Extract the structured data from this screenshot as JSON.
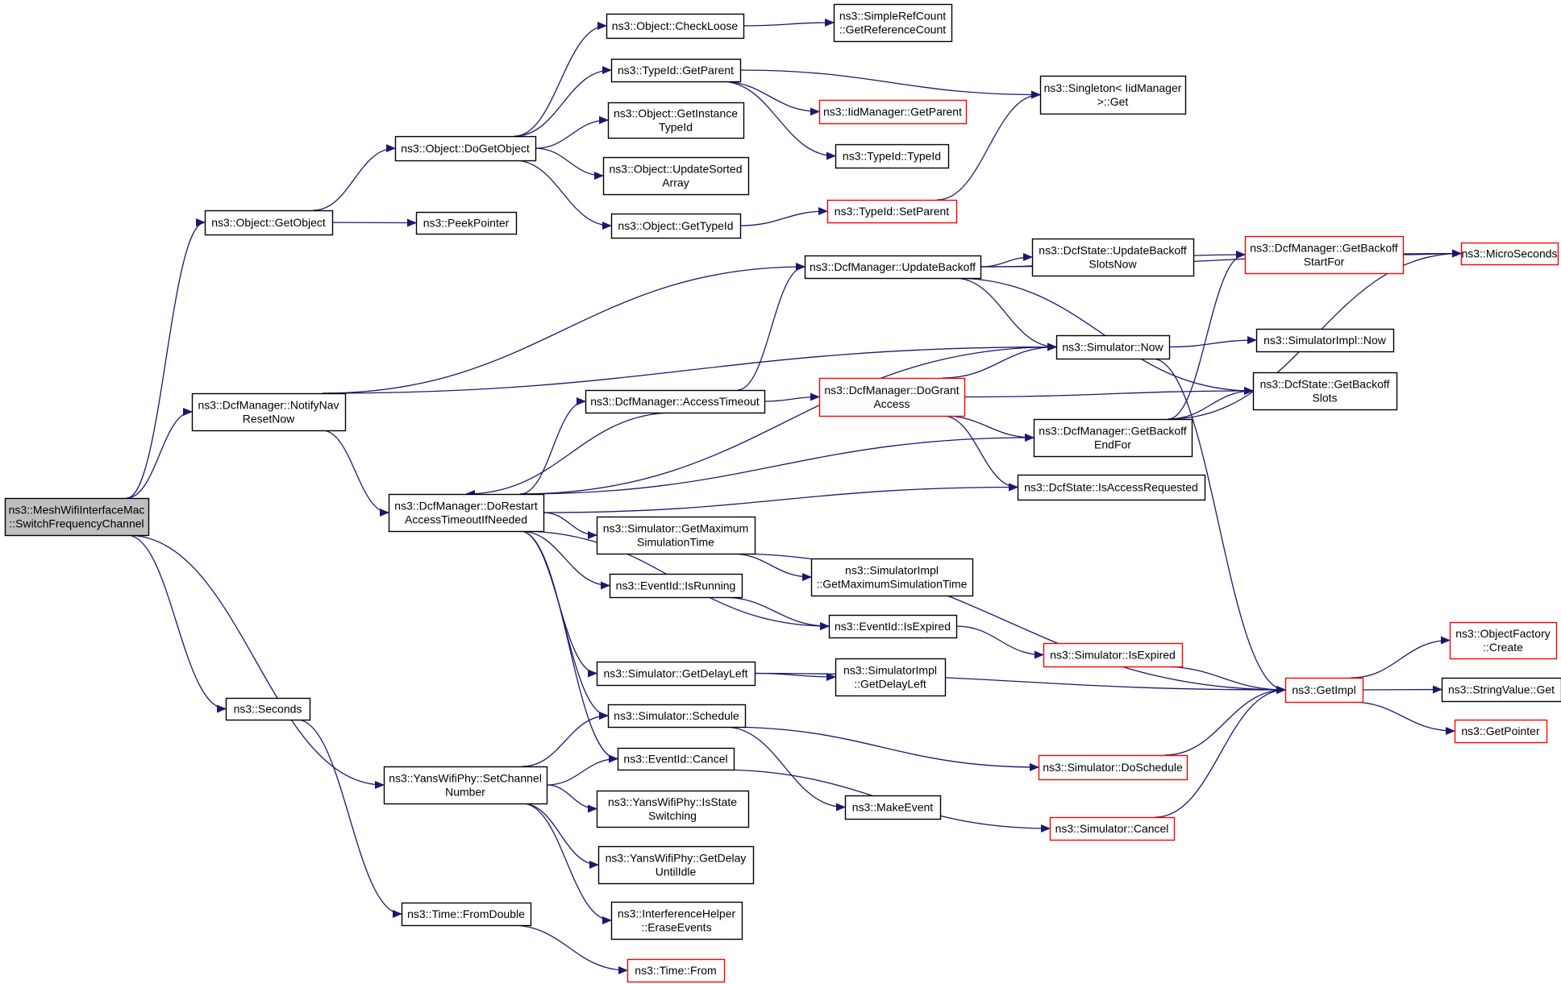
{
  "colors": {
    "edge": "#191970",
    "node_border": "#000000",
    "node_border_truncated": "#ff0000",
    "root_fill": "#bfbfbf",
    "node_fill": "#ffffff"
  },
  "nodes": [
    {
      "id": "root",
      "lines": [
        "ns3::MeshWifiInterfaceMac",
        "::SwitchFrequencyChannel"
      ],
      "style": "root"
    },
    {
      "id": "getobject",
      "lines": [
        "ns3::Object::GetObject"
      ],
      "style": "normal"
    },
    {
      "id": "notifynav",
      "lines": [
        "ns3::DcfManager::NotifyNav",
        "ResetNow"
      ],
      "style": "normal"
    },
    {
      "id": "seconds",
      "lines": [
        "ns3::Seconds"
      ],
      "style": "normal"
    },
    {
      "id": "setchannel",
      "lines": [
        "ns3::YansWifiPhy::SetChannel",
        "Number"
      ],
      "style": "normal"
    },
    {
      "id": "dogetobject",
      "lines": [
        "ns3::Object::DoGetObject"
      ],
      "style": "normal"
    },
    {
      "id": "peekpointer",
      "lines": [
        "ns3::PeekPointer"
      ],
      "style": "normal"
    },
    {
      "id": "dorestart",
      "lines": [
        "ns3::DcfManager::DoRestart",
        "AccessTimeoutIfNeeded"
      ],
      "style": "normal"
    },
    {
      "id": "fromdouble",
      "lines": [
        "ns3::Time::FromDouble"
      ],
      "style": "normal"
    },
    {
      "id": "checkloose",
      "lines": [
        "ns3::Object::CheckLoose"
      ],
      "style": "normal"
    },
    {
      "id": "typeidgetparent",
      "lines": [
        "ns3::TypeId::GetParent"
      ],
      "style": "normal"
    },
    {
      "id": "getinstancetypeid",
      "lines": [
        "ns3::Object::GetInstance",
        "TypeId"
      ],
      "style": "normal"
    },
    {
      "id": "updatesorted",
      "lines": [
        "ns3::Object::UpdateSorted",
        "Array"
      ],
      "style": "normal"
    },
    {
      "id": "objgettypeid",
      "lines": [
        "ns3::Object::GetTypeId"
      ],
      "style": "normal"
    },
    {
      "id": "accesstimeout",
      "lines": [
        "ns3::DcfManager::AccessTimeout"
      ],
      "style": "normal"
    },
    {
      "id": "getmaxsimtime",
      "lines": [
        "ns3::Simulator::GetMaximum",
        "SimulationTime"
      ],
      "style": "normal"
    },
    {
      "id": "isrunning",
      "lines": [
        "ns3::EventId::IsRunning"
      ],
      "style": "normal"
    },
    {
      "id": "getdelayleft",
      "lines": [
        "ns3::Simulator::GetDelayLeft"
      ],
      "style": "normal"
    },
    {
      "id": "schedule",
      "lines": [
        "ns3::Simulator::Schedule"
      ],
      "style": "normal"
    },
    {
      "id": "eventcancel",
      "lines": [
        "ns3::EventId::Cancel"
      ],
      "style": "normal"
    },
    {
      "id": "isstateswitching",
      "lines": [
        "ns3::YansWifiPhy::IsState",
        "Switching"
      ],
      "style": "normal"
    },
    {
      "id": "getdelayuntilidle",
      "lines": [
        "ns3::YansWifiPhy::GetDelay",
        "UntilIdle"
      ],
      "style": "normal"
    },
    {
      "id": "eraseevents",
      "lines": [
        "ns3::InterferenceHelper",
        "::EraseEvents"
      ],
      "style": "normal"
    },
    {
      "id": "timefrom",
      "lines": [
        "ns3::Time::From"
      ],
      "style": "truncated"
    },
    {
      "id": "getrefcount",
      "lines": [
        "ns3::SimpleRefCount",
        "::GetReferenceCount"
      ],
      "style": "normal"
    },
    {
      "id": "iidgetparent",
      "lines": [
        "ns3::IidManager::GetParent"
      ],
      "style": "truncated"
    },
    {
      "id": "typeidtypeid",
      "lines": [
        "ns3::TypeId::TypeId"
      ],
      "style": "normal"
    },
    {
      "id": "typeidsetparent",
      "lines": [
        "ns3::TypeId::SetParent"
      ],
      "style": "truncated"
    },
    {
      "id": "updatebackoff",
      "lines": [
        "ns3::DcfManager::UpdateBackoff"
      ],
      "style": "normal"
    },
    {
      "id": "dogrant",
      "lines": [
        "ns3::DcfManager::DoGrant",
        "Access"
      ],
      "style": "truncated"
    },
    {
      "id": "simimplmaxtime",
      "lines": [
        "ns3::SimulatorImpl",
        "::GetMaximumSimulationTime"
      ],
      "style": "normal"
    },
    {
      "id": "isexpired",
      "lines": [
        "ns3::EventId::IsExpired"
      ],
      "style": "normal"
    },
    {
      "id": "simimpldelayleft",
      "lines": [
        "ns3::SimulatorImpl",
        "::GetDelayLeft"
      ],
      "style": "normal"
    },
    {
      "id": "makeevent",
      "lines": [
        "ns3::MakeEvent"
      ],
      "style": "normal"
    },
    {
      "id": "singletonget",
      "lines": [
        "ns3::Singleton< IidManager",
        ">::Get"
      ],
      "style": "normal"
    },
    {
      "id": "updatebackoffslots",
      "lines": [
        "ns3::DcfState::UpdateBackoff",
        "SlotsNow"
      ],
      "style": "normal"
    },
    {
      "id": "simnow",
      "lines": [
        "ns3::Simulator::Now"
      ],
      "style": "normal"
    },
    {
      "id": "getbackoffendfor",
      "lines": [
        "ns3::DcfManager::GetBackoff",
        "EndFor"
      ],
      "style": "normal"
    },
    {
      "id": "isaccessrequested",
      "lines": [
        "ns3::DcfState::IsAccessRequested"
      ],
      "style": "normal"
    },
    {
      "id": "simisexpired",
      "lines": [
        "ns3::Simulator::IsExpired"
      ],
      "style": "truncated"
    },
    {
      "id": "doschedule",
      "lines": [
        "ns3::Simulator::DoSchedule"
      ],
      "style": "truncated"
    },
    {
      "id": "simcancel",
      "lines": [
        "ns3::Simulator::Cancel"
      ],
      "style": "truncated"
    },
    {
      "id": "getbackoffstartfor",
      "lines": [
        "ns3::DcfManager::GetBackoff",
        "StartFor"
      ],
      "style": "truncated"
    },
    {
      "id": "simimplnow",
      "lines": [
        "ns3::SimulatorImpl::Now"
      ],
      "style": "normal"
    },
    {
      "id": "getbackoffslots",
      "lines": [
        "ns3::DcfState::GetBackoff",
        "Slots"
      ],
      "style": "normal"
    },
    {
      "id": "getimpl",
      "lines": [
        "ns3::GetImpl"
      ],
      "style": "truncated"
    },
    {
      "id": "microseconds",
      "lines": [
        "ns3::MicroSeconds"
      ],
      "style": "truncated"
    },
    {
      "id": "objectfactory",
      "lines": [
        "ns3::ObjectFactory",
        "::Create"
      ],
      "style": "truncated"
    },
    {
      "id": "stringvalueget",
      "lines": [
        "ns3::StringValue::Get"
      ],
      "style": "normal"
    },
    {
      "id": "getpointer",
      "lines": [
        "ns3::GetPointer"
      ],
      "style": "truncated"
    }
  ],
  "edges": [
    [
      "root",
      "getobject"
    ],
    [
      "root",
      "notifynav"
    ],
    [
      "root",
      "seconds"
    ],
    [
      "root",
      "setchannel"
    ],
    [
      "getobject",
      "dogetobject"
    ],
    [
      "getobject",
      "peekpointer"
    ],
    [
      "dogetobject",
      "checkloose"
    ],
    [
      "dogetobject",
      "typeidgetparent"
    ],
    [
      "dogetobject",
      "getinstancetypeid"
    ],
    [
      "dogetobject",
      "updatesorted"
    ],
    [
      "dogetobject",
      "objgettypeid"
    ],
    [
      "checkloose",
      "getrefcount"
    ],
    [
      "typeidgetparent",
      "singletonget"
    ],
    [
      "typeidgetparent",
      "iidgetparent"
    ],
    [
      "typeidgetparent",
      "typeidtypeid"
    ],
    [
      "objgettypeid",
      "typeidsetparent"
    ],
    [
      "typeidsetparent",
      "singletonget"
    ],
    [
      "notifynav",
      "updatebackoff"
    ],
    [
      "notifynav",
      "simnow"
    ],
    [
      "notifynav",
      "dorestart"
    ],
    [
      "dorestart",
      "accesstimeout"
    ],
    [
      "dorestart",
      "simnow"
    ],
    [
      "dorestart",
      "getbackoffendfor"
    ],
    [
      "dorestart",
      "isaccessrequested"
    ],
    [
      "dorestart",
      "getmaxsimtime"
    ],
    [
      "dorestart",
      "isrunning"
    ],
    [
      "dorestart",
      "isexpired"
    ],
    [
      "dorestart",
      "getdelayleft"
    ],
    [
      "dorestart",
      "schedule"
    ],
    [
      "dorestart",
      "eventcancel"
    ],
    [
      "accesstimeout",
      "dorestart"
    ],
    [
      "accesstimeout",
      "updatebackoff"
    ],
    [
      "accesstimeout",
      "dogrant"
    ],
    [
      "updatebackoff",
      "updatebackoffslots"
    ],
    [
      "updatebackoff",
      "getbackoffstartfor"
    ],
    [
      "updatebackoff",
      "microseconds"
    ],
    [
      "updatebackoff",
      "simnow"
    ],
    [
      "updatebackoff",
      "getbackoffslots"
    ],
    [
      "dogrant",
      "simnow"
    ],
    [
      "dogrant",
      "getbackoffslots"
    ],
    [
      "dogrant",
      "getbackoffendfor"
    ],
    [
      "dogrant",
      "isaccessrequested"
    ],
    [
      "getbackoffendfor",
      "getbackoffstartfor"
    ],
    [
      "getbackoffendfor",
      "getbackoffslots"
    ],
    [
      "getbackoffendfor",
      "microseconds"
    ],
    [
      "getbackoffstartfor",
      "microseconds"
    ],
    [
      "simnow",
      "simimplnow"
    ],
    [
      "simnow",
      "getimpl"
    ],
    [
      "getmaxsimtime",
      "simimplmaxtime"
    ],
    [
      "getmaxsimtime",
      "getimpl"
    ],
    [
      "isrunning",
      "isexpired"
    ],
    [
      "isexpired",
      "simisexpired"
    ],
    [
      "simisexpired",
      "getimpl"
    ],
    [
      "getdelayleft",
      "simimpldelayleft"
    ],
    [
      "getdelayleft",
      "getimpl"
    ],
    [
      "schedule",
      "makeevent"
    ],
    [
      "schedule",
      "doschedule"
    ],
    [
      "doschedule",
      "getimpl"
    ],
    [
      "eventcancel",
      "simcancel"
    ],
    [
      "simcancel",
      "getimpl"
    ],
    [
      "getimpl",
      "objectfactory"
    ],
    [
      "getimpl",
      "stringvalueget"
    ],
    [
      "getimpl",
      "getpointer"
    ],
    [
      "setchannel",
      "schedule"
    ],
    [
      "setchannel",
      "eventcancel"
    ],
    [
      "setchannel",
      "isstateswitching"
    ],
    [
      "setchannel",
      "getdelayuntilidle"
    ],
    [
      "setchannel",
      "eraseevents"
    ],
    [
      "seconds",
      "fromdouble"
    ],
    [
      "fromdouble",
      "timefrom"
    ]
  ]
}
